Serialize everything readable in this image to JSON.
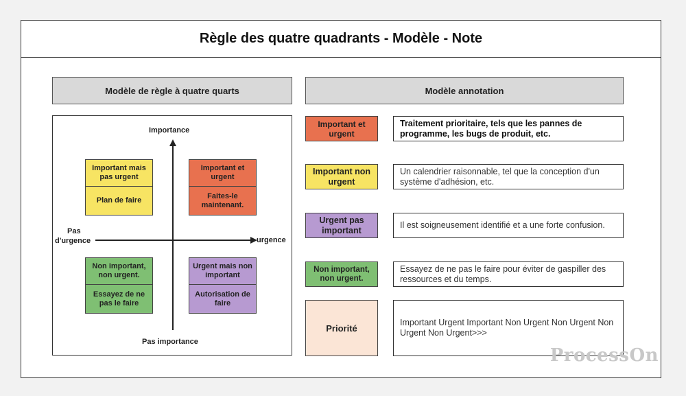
{
  "title": "Règle des quatre quadrants - Modèle - Note",
  "left_header": "Modèle de règle à quatre quarts",
  "right_header": "Modèle annotation",
  "axes": {
    "top": "Importance",
    "bottom": "Pas importance",
    "left_line1": "Pas",
    "left_line2": "d'urgence",
    "right": "urgence"
  },
  "quadrants": {
    "top_left": {
      "label": "Important mais pas urgent",
      "action": "Plan de faire",
      "color": "#f7e463"
    },
    "top_right": {
      "label": "Important et urgent",
      "action": "Faites-le maintenant.",
      "color": "#e8714f"
    },
    "bottom_left": {
      "label": "Non important, non urgent.",
      "action": "Essayez de ne pas le faire",
      "color": "#7fbf73"
    },
    "bottom_right": {
      "label": "Urgent mais non important",
      "action": "Autorisation de faire",
      "color": "#b79ad1"
    }
  },
  "annotations": [
    {
      "tag": "Important et urgent",
      "note": "Traitement prioritaire, tels que les pannes de programme, les bugs de produit, etc.",
      "color": "#e8714f"
    },
    {
      "tag": "Important non urgent",
      "note": "Un calendrier raisonnable, tel que la conception d'un système d'adhésion, etc.",
      "color": "#f7e463"
    },
    {
      "tag": "Urgent pas important",
      "note": "Il est soigneusement identifié et a une forte confusion.",
      "color": "#b79ad1"
    },
    {
      "tag": "Non important, non urgent.",
      "note": "Essayez de ne pas le faire pour éviter de gaspiller des ressources et du temps.",
      "color": "#7fbf73"
    },
    {
      "tag": "Priorité",
      "note": "Important Urgent Important Non Urgent Non Urgent Non Urgent Non Urgent>>>",
      "color": "#fbe5d6"
    }
  ],
  "watermark": "ProcessOn"
}
